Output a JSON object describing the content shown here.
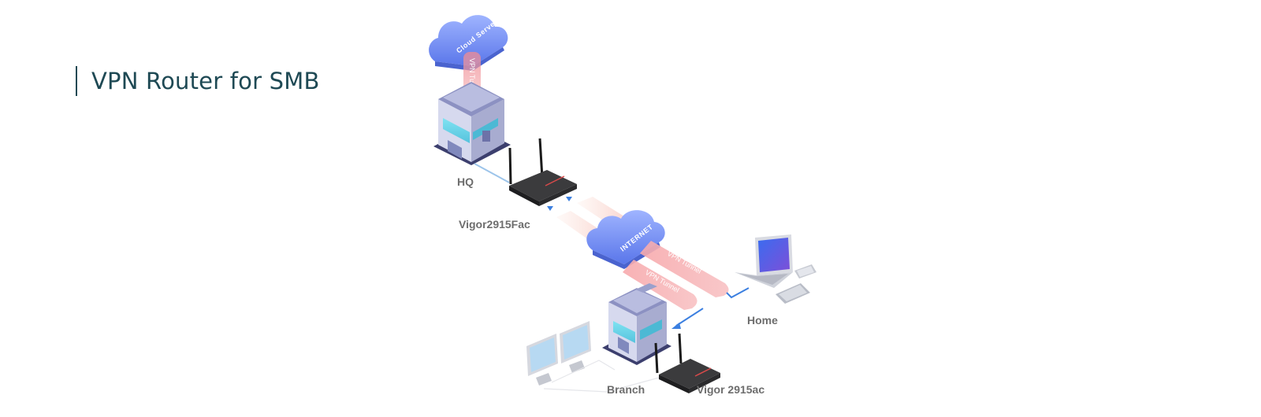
{
  "page": {
    "title": "VPN Router for SMB"
  },
  "diagram": {
    "cloud_server_label": "Cloud Server",
    "vpn_tunnel_top_label": "VPN Tunnel",
    "internet_label": "INTERNET",
    "vpn_tunnel_home_label": "VPN Tunnel",
    "vpn_tunnel_branch_label": "VPN Tunnel",
    "hq_label": "HQ",
    "hq_router_label": "Vigor2915Fac",
    "home_label": "Home",
    "branch_label": "Branch",
    "branch_router_label": "Vigor 2915ac"
  },
  "colors": {
    "title": "#1e4954",
    "cloud": "#6f8cf2",
    "tunnel": "#f4a3a6",
    "arrow": "#3b7fe0",
    "label": "#6d6d6d"
  },
  "icons": [
    "cloud-icon",
    "building-icon",
    "router-icon",
    "laptop-icon",
    "tablet-icon",
    "monitor-icon"
  ]
}
